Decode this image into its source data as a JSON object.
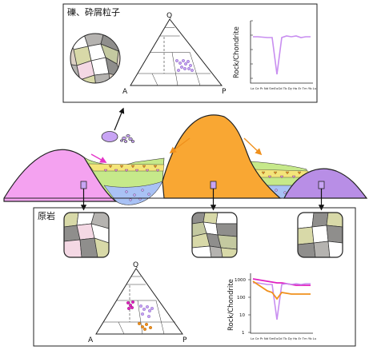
{
  "top_panel": {
    "title": "礫、砕屑粒子",
    "ternary": {
      "apex_top": "Q",
      "apex_left": "A",
      "apex_right": "P"
    },
    "spider": {
      "ylabel": "Rock/Chondrite",
      "elements": [
        "La",
        "Ce",
        "Pr",
        "Nd",
        "Sm",
        "Eu",
        "Gd",
        "Tb",
        "Dy",
        "Ho",
        "Er",
        "Tm",
        "Yb",
        "Lu"
      ],
      "elements_text": "La Ce Pr Nd SmEuGd Tb Dy Ho Er Tm Yb Lu",
      "yticks": [],
      "line_color": "#c88ef0"
    }
  },
  "bottom_panel": {
    "title": "原岩",
    "ternary": {
      "apex_top": "Q",
      "apex_left": "A",
      "apex_right": "P"
    },
    "spider": {
      "ylabel": "Rock/Chondrite",
      "yticks": [
        "1000",
        "100",
        "10",
        "1"
      ],
      "elements_text": "La Ce Pr Nd SmEuGd Tb Dy Ho Er Tm Yb Lu",
      "colors": {
        "magenta": "#e020c0",
        "orange": "#f0901c",
        "purple": "#c88ef0"
      }
    }
  },
  "colors": {
    "pink_rock": "#f4a2f0",
    "orange_rock": "#f9a733",
    "purple_rock": "#b88ee6",
    "sediment_green": "#c6e98a",
    "sediment_yellow": "#f4e57a",
    "sediment_blue": "#a9c2f5",
    "grain_purple": "#c8a4f4"
  }
}
